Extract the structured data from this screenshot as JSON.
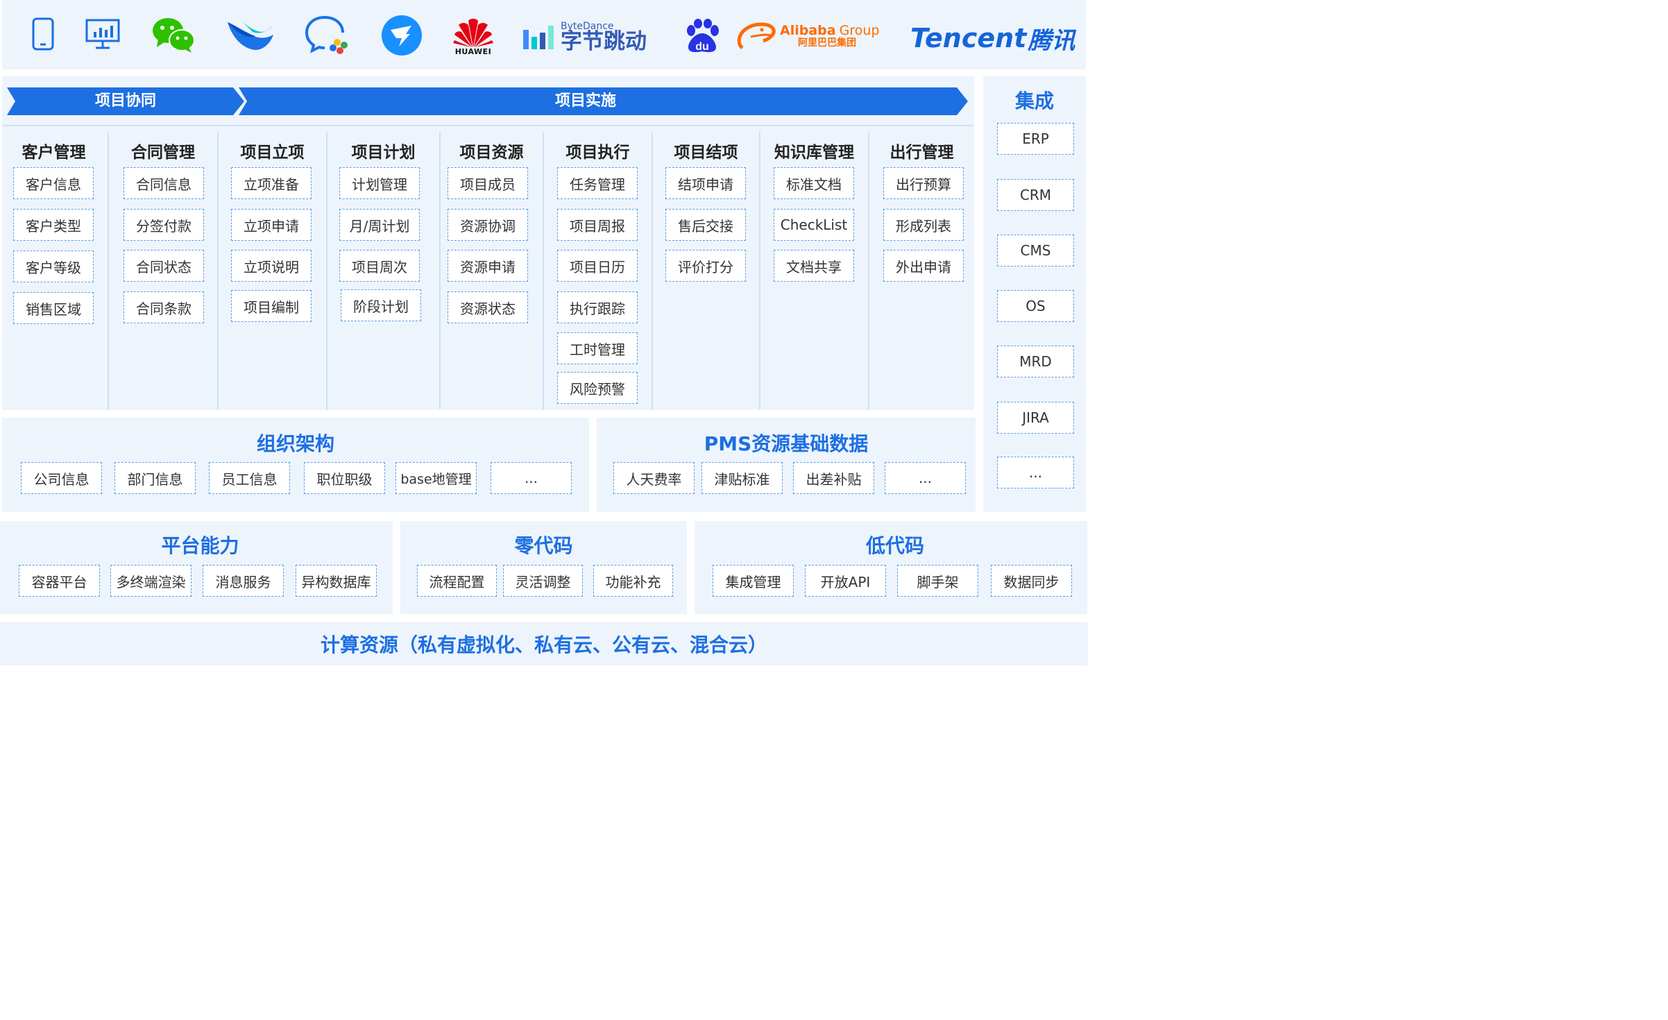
{
  "logos": {
    "bytedance_small": "ByteDance",
    "bytedance_big": "字节跳动",
    "huawei": "HUAWEI",
    "baidu": "du",
    "alibaba_en": "Alibaba",
    "alibaba_group": "Group",
    "alibaba_cn": "阿里巴巴集团",
    "tencent_en": "Tencent",
    "tencent_cn": "腾讯"
  },
  "banner": {
    "collab": "项目协同",
    "impl": "项目实施"
  },
  "modules": [
    {
      "title": "客户管理",
      "items": [
        "客户信息",
        "客户类型",
        "客户等级",
        "销售区域"
      ]
    },
    {
      "title": "合同管理",
      "items": [
        "合同信息",
        "分签付款",
        "合同状态",
        "合同条款"
      ]
    },
    {
      "title": "项目立项",
      "items": [
        "立项准备",
        "立项申请",
        "立项说明",
        "项目编制"
      ]
    },
    {
      "title": "项目计划",
      "items": [
        "计划管理",
        "月/周计划",
        "项目周次",
        "阶段计划"
      ]
    },
    {
      "title": "项目资源",
      "items": [
        "项目成员",
        "资源协调",
        "资源申请",
        "资源状态"
      ]
    },
    {
      "title": "项目执行",
      "items": [
        "任务管理",
        "项目周报",
        "项目日历",
        "执行跟踪",
        "工时管理",
        "风险预警"
      ]
    },
    {
      "title": "项目结项",
      "items": [
        "结项申请",
        "售后交接",
        "评价打分"
      ]
    },
    {
      "title": "知识库管理",
      "items": [
        "标准文档",
        "CheckList",
        "文档共享"
      ]
    },
    {
      "title": "出行管理",
      "items": [
        "出行预算",
        "形成列表",
        "外出申请"
      ]
    }
  ],
  "integration": {
    "title": "集成",
    "items": [
      "ERP",
      "CRM",
      "CMS",
      "OS",
      "MRD",
      "JIRA",
      "..."
    ]
  },
  "org": {
    "title": "组织架构",
    "items": [
      "公司信息",
      "部门信息",
      "员工信息",
      "职位职级",
      "base地管理",
      "..."
    ]
  },
  "pms": {
    "title": "PMS资源基础数据",
    "items": [
      "人天费率",
      "津贴标准",
      "出差补贴",
      "..."
    ]
  },
  "platform": {
    "title": "平台能力",
    "items": [
      "容器平台",
      "多终端渲染",
      "消息服务",
      "异构数据库"
    ]
  },
  "nocode": {
    "title": "零代码",
    "items": [
      "流程配置",
      "灵活调整",
      "功能补充"
    ]
  },
  "lowcode": {
    "title": "低代码",
    "items": [
      "集成管理",
      "开放API",
      "脚手架",
      "数据同步"
    ]
  },
  "compute": "计算资源（私有虚拟化、私有云、公有云、混合云）",
  "colors": {
    "accent": "#1d6fe2",
    "panel": "#edf4fc",
    "box_border": "#5a9be8"
  }
}
